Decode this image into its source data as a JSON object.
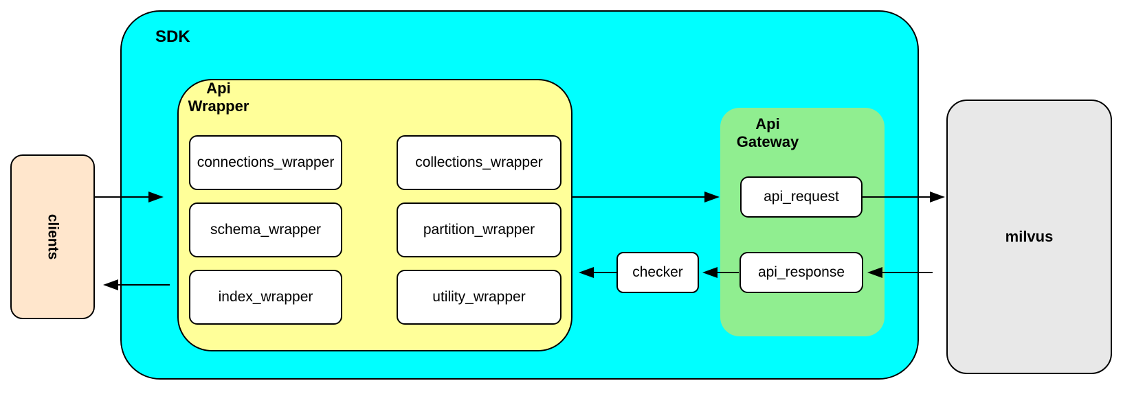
{
  "nodes": {
    "clients": {
      "label": "clients",
      "fill": "#FFE6CC"
    },
    "sdk": {
      "label": "SDK",
      "fill": "#00FFFF"
    },
    "api_wrapper": {
      "label": "Api\nWrapper",
      "fill": "#FFFF99",
      "boxes": [
        {
          "label": "connections_wrapper"
        },
        {
          "label": "collections_wrapper"
        },
        {
          "label": "schema_wrapper"
        },
        {
          "label": "partition_wrapper"
        },
        {
          "label": "index_wrapper"
        },
        {
          "label": "utility_wrapper"
        }
      ]
    },
    "api_gateway": {
      "label": "Api\nGateway",
      "fill": "#90EE90",
      "boxes": [
        {
          "label": "api_request"
        },
        {
          "label": "api_response"
        }
      ]
    },
    "checker": {
      "label": "checker",
      "fill": "#FFFFFF"
    },
    "milvus": {
      "label": "milvus",
      "fill": "#E8E8E8"
    }
  },
  "style": {
    "border_color": "#000000",
    "inner_box_fill": "#FFFFFF",
    "background": "#FFFFFF"
  }
}
